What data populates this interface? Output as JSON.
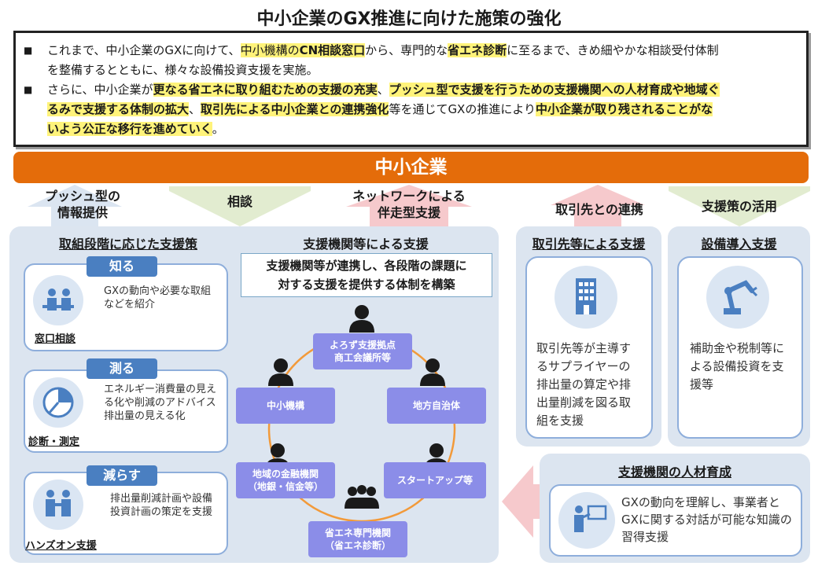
{
  "title": "中小企業のGX推進に向けた施策の強化",
  "summary": {
    "bullet": "■",
    "p1": {
      "t1": "これまで、中小企業のGXに向けて、",
      "h1": "中小機構の",
      "h2": "CN相談窓口",
      "t2": "から、専門的な",
      "h3": "省エネ診断",
      "t3": "に至るまで、きめ細やかな相談受付体制",
      "t4": "を整備するとともに、様々な設備投資支援を実施。"
    },
    "p2": {
      "t1": "さらに、中小企業が",
      "h1": "更なる省エネに取り組むための支援の充実",
      "t2": "、",
      "h2": "プッシュ型で支援を行うための支援機関への人材育成や地域ぐ",
      "h3": "るみで支援する体制の拡大",
      "t3": "、",
      "h4": "取引先による中小企業との連携強化",
      "t4": "等を通じてGXの推進により",
      "h5": "中小企業が取り残されることがな",
      "h6": "いよう公正な移行を進めていく",
      "t5": "。"
    }
  },
  "banner": "中小企業",
  "arrows": {
    "push1": "プッシュ型の",
    "push2": "情報提供",
    "consult": "相談",
    "network1": "ネットワークによる",
    "network2": "伴走型支援",
    "partner": "取引先との連携",
    "utilize": "支援策の活用"
  },
  "left_panel": {
    "title": "取組段階に応じた支援策",
    "stages": [
      {
        "tag": "知る",
        "desc": "GXの動向や必要な取組などを紹介",
        "label": "窓口相談"
      },
      {
        "tag": "測る",
        "desc": "エネルギー消費量の見える化や削減のアドバイス　排出量の見える化",
        "label": "診断・測定"
      },
      {
        "tag": "減らす",
        "desc": "排出量削減計画や設備投資計画の策定を支援",
        "label": "ハンズオン支援"
      }
    ]
  },
  "center_panel": {
    "title": "支援機関等による支援",
    "subtitle1": "支援機関等が連携し、各段階の課題に",
    "subtitle2": "対する支援を提供する体制を構築",
    "nodes": {
      "yorozu1": "よろず支援拠点",
      "yorozu2": "商工会議所等",
      "smrj": "中小機構",
      "local_gov": "地方自治体",
      "finance1": "地域の金融機関",
      "finance2": "（地銀・信金等）",
      "startup": "スタートアップ等",
      "energy1": "省エネ専門機関",
      "energy2": "（省エネ診断）"
    }
  },
  "partner_panel": {
    "title": "取引先等による支援",
    "desc": "取引先等が主導するサプライヤーの排出量の算定や排出量削減を図る取組を支援"
  },
  "equipment_panel": {
    "title": "設備導入支援",
    "desc": "補助金や税制等による設備投資を支援等"
  },
  "training_panel": {
    "title": "支援機関の人材育成",
    "desc": "GXの動向を理解し、事業者とGXに関する対話が可能な知識の習得支援"
  },
  "colors": {
    "orange": "#e46c0a",
    "panel_bg": "#dce5f0",
    "node": "#8b8de8",
    "tag": "#4a7fc1",
    "highlight": "#fff37a"
  }
}
